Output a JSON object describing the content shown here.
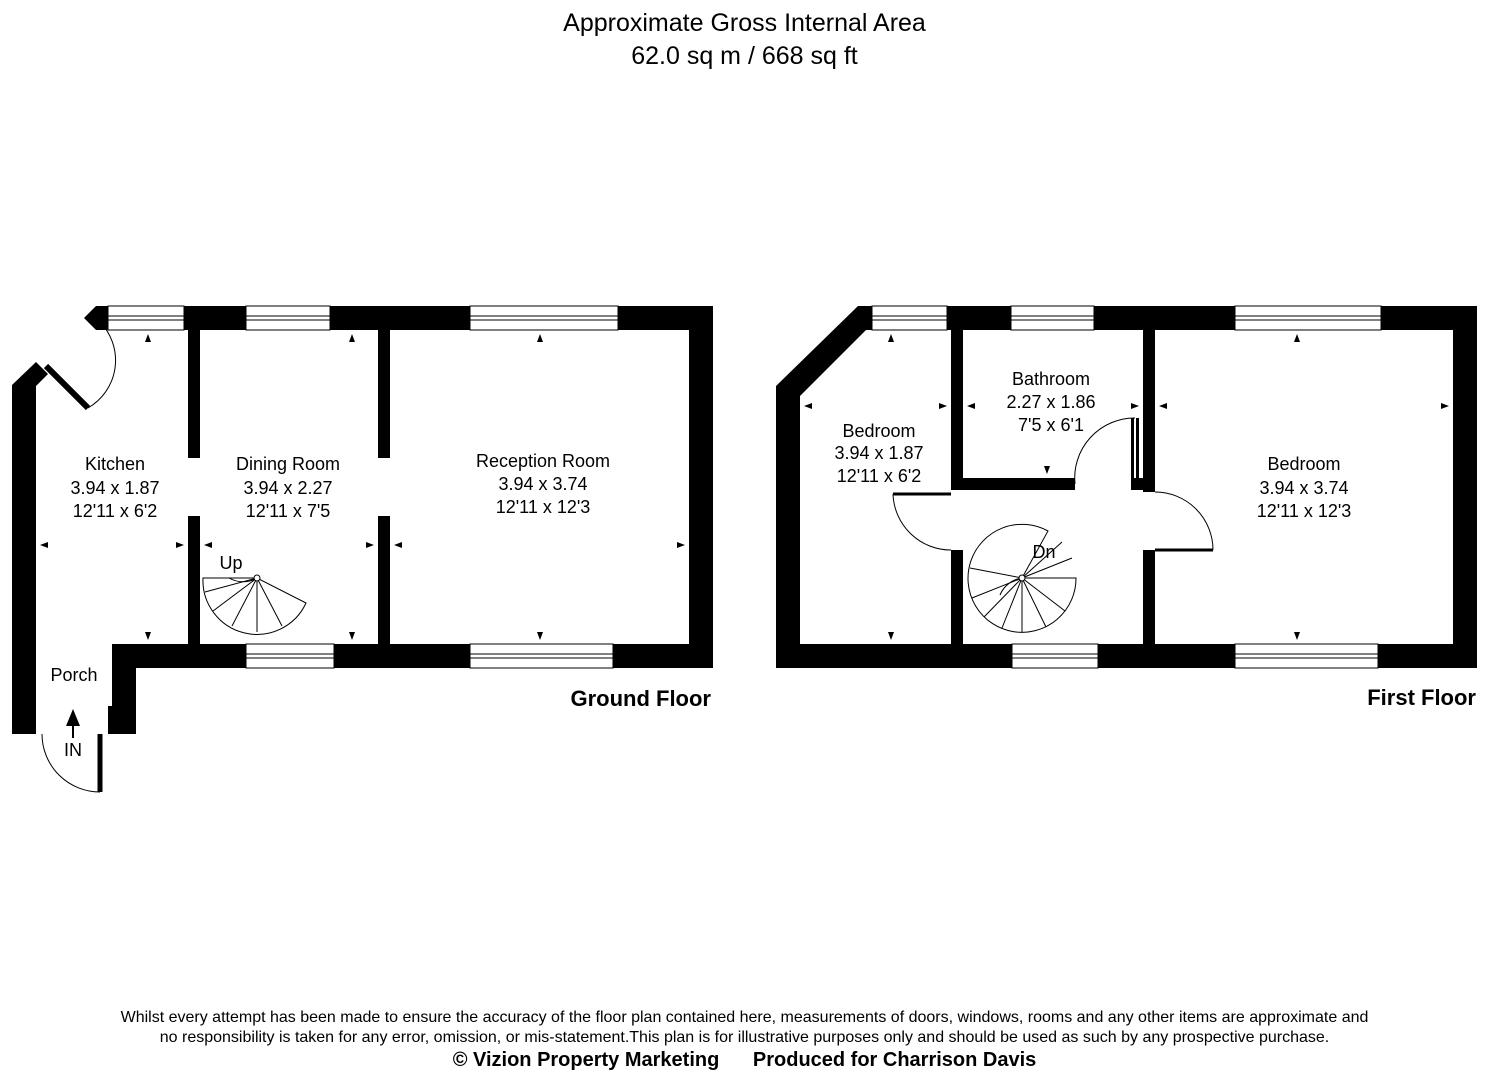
{
  "header": {
    "title": "Approximate Gross Internal Area",
    "area": "62.0 sq m / 668 sq ft"
  },
  "ground_floor": {
    "title": "Ground Floor",
    "rooms": [
      {
        "name": "Kitchen",
        "metric": "3.94 x 1.87",
        "imperial": "12'11 x 6'2"
      },
      {
        "name": "Dining Room",
        "metric": "3.94 x 2.27",
        "imperial": "12'11 x 7'5"
      },
      {
        "name": "Reception Room",
        "metric": "3.94 x 3.74",
        "imperial": "12'11 x 12'3"
      },
      {
        "name": "Porch"
      }
    ],
    "stairs_label": "Up",
    "entrance_label": "IN"
  },
  "first_floor": {
    "title": "First Floor",
    "rooms": [
      {
        "name": "Bedroom",
        "metric": "3.94 x 1.87",
        "imperial": "12'11 x 6'2"
      },
      {
        "name": "Bathroom",
        "metric": "2.27 x 1.86",
        "imperial": "7'5 x 6'1"
      },
      {
        "name": "Bedroom",
        "metric": "3.94 x 3.74",
        "imperial": "12'11 x 12'3"
      }
    ],
    "stairs_label": "Dn"
  },
  "footer": {
    "disclaimer_line1": "Whilst every attempt has been made to ensure the accuracy of the floor plan contained here, measurements of doors, windows, rooms and any other items are approximate and",
    "disclaimer_line2": "no responsibility is taken for any error, omission, or mis-statement.This plan is for illustrative purposes only and should be used as such by any prospective purchase.",
    "copyright": "© Vizion Property Marketing",
    "produced_for": "Produced for Charrison Davis"
  }
}
